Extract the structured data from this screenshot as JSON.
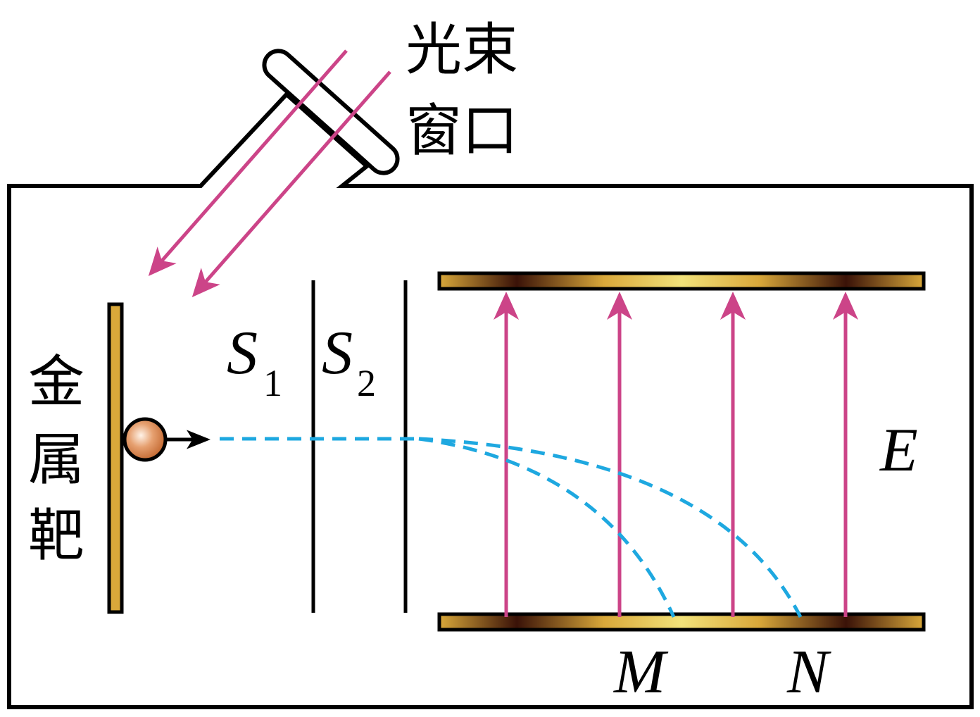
{
  "labels": {
    "window_line1": "光束",
    "window_line2": "窗口",
    "target_c1": "金",
    "target_c2": "属",
    "target_c3": "靶",
    "s1_letter": "S",
    "s1_sub": "1",
    "s2_letter": "S",
    "s2_sub": "2",
    "field": "E",
    "point_m": "M",
    "point_n": "N"
  },
  "colors": {
    "outline": "#000000",
    "light_ray": "#cc4488",
    "field_line": "#cc4488",
    "trajectory": "#1ea8e0",
    "plate_gold": "#d9a83a",
    "plate_dark": "#3a1208",
    "plate_light": "#f2e27a",
    "particle": "#e08a4a",
    "target_gold": "#d9a83a"
  },
  "icons": {
    "particle": "electron-sphere",
    "direction": "arrow-right"
  }
}
